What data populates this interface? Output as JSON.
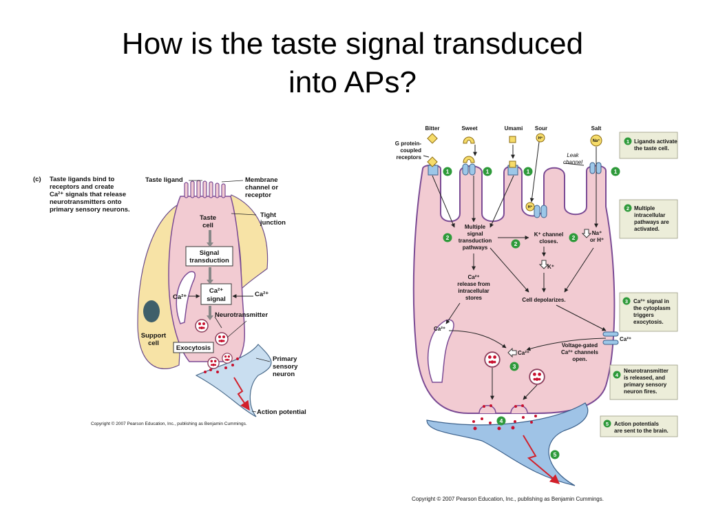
{
  "title": {
    "line1": "How is the taste signal transduced",
    "line2": "into APs?"
  },
  "left_figure": {
    "panel_letter": "(c)",
    "caption": [
      "Taste ligands bind to",
      "receptors and create",
      "Ca²⁺ signals that release",
      "neurotransmitters onto",
      "primary sensory neurons."
    ],
    "labels": {
      "taste_ligand": "Taste ligand",
      "membrane_channel": [
        "Membrane",
        "channel or",
        "receptor"
      ],
      "taste_cell": [
        "Taste",
        "cell"
      ],
      "tight_junction": [
        "Tight",
        "junction"
      ],
      "signal_transduction": [
        "Signal",
        "transduction"
      ],
      "ca_signal": [
        "Ca²⁺",
        "signal"
      ],
      "ca_left": "Ca²⁺",
      "ca_right": "Ca²⁺",
      "neurotransmitter": "Neurotransmitter",
      "support_cell": [
        "Support",
        "cell"
      ],
      "exocytosis": "Exocytosis",
      "primary_sensory_neuron": [
        "Primary",
        "sensory",
        "neuron"
      ],
      "action_potential": "Action potential"
    },
    "copyright": "Copyright © 2007 Pearson Education, Inc., publishing as Benjamin Cummings."
  },
  "right_figure": {
    "tastes": {
      "bitter": "Bitter",
      "sweet": "Sweet",
      "umami": "Umami",
      "sour": "Sour",
      "salt": "Salt"
    },
    "labels": {
      "gpcr": [
        "G protein-",
        "coupled",
        "receptors"
      ],
      "leak_channel": [
        "Leak",
        "channel"
      ],
      "multiple_pathways": [
        "Multiple",
        "signal",
        "transduction",
        "pathways"
      ],
      "k_channel_closes": [
        "K⁺ channel",
        "closes."
      ],
      "k_plus": "K⁺",
      "na_or_h": [
        "Na⁺",
        "or H⁺"
      ],
      "ca_release": [
        "Ca²⁺",
        "release from",
        "intracellular",
        "stores"
      ],
      "cell_depolarizes": "Cell depolarizes.",
      "ca_store": "Ca²⁺",
      "ca_center": "Ca²⁺",
      "ca_outside": "Ca²⁺",
      "voltage_gated": [
        "Voltage-gated",
        "Ca²⁺ channels",
        "open."
      ],
      "h_plus": "H⁺",
      "na_plus": "Na⁺"
    },
    "step_badges": {
      "one": "1",
      "two": "2",
      "three": "3",
      "four": "4",
      "five": "5"
    },
    "steps": [
      {
        "num": "1",
        "text": [
          "Ligands activate",
          "the taste cell."
        ]
      },
      {
        "num": "2",
        "text": [
          "Multiple",
          "intracellular",
          "pathways are",
          "activated."
        ]
      },
      {
        "num": "3",
        "text": [
          "Ca²⁺ signal in",
          "the cytoplasm",
          "triggers",
          "exocytosis."
        ]
      },
      {
        "num": "4",
        "text": [
          "Neurotransmitter",
          "is released, and",
          "primary sensory",
          "neuron fires."
        ]
      },
      {
        "num": "5",
        "text": [
          "Action potentials",
          "are sent to the brain."
        ]
      }
    ],
    "copyright": "Copyright © 2007 Pearson Education, Inc., publishing as Benjamin Cummings."
  },
  "colors": {
    "cell_fill": "#f2cbd2",
    "cell_stroke": "#7a4a94",
    "support_fill": "#f7e3a6",
    "neuron_fill": "#c9def0",
    "neuron_fill_right": "#9fc3e6",
    "badge_green": "#2e9a3a",
    "receptor_blue": "#9cc7e8",
    "ligand_yellow": "#f6dc6a",
    "vesicle_red": "#c8102e",
    "step_box": "#ecedd9",
    "ap_arrow": "#d2202b"
  }
}
